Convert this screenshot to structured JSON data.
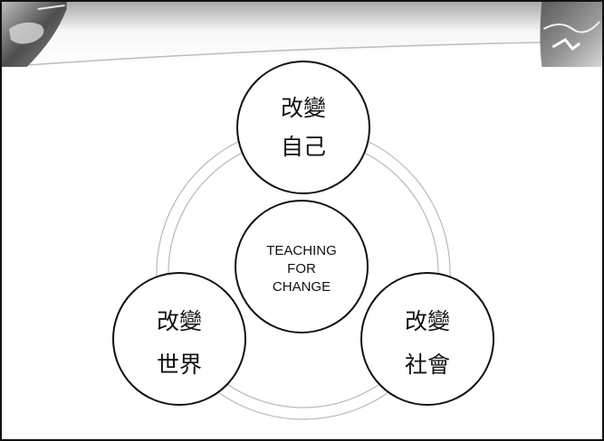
{
  "diagram": {
    "center": [
      "TEACHING",
      "FOR",
      "CHANGE"
    ],
    "nodes": {
      "top": [
        "改變",
        "自己"
      ],
      "left": [
        "改變",
        "世界"
      ],
      "right": [
        "改變",
        "社會"
      ]
    }
  }
}
